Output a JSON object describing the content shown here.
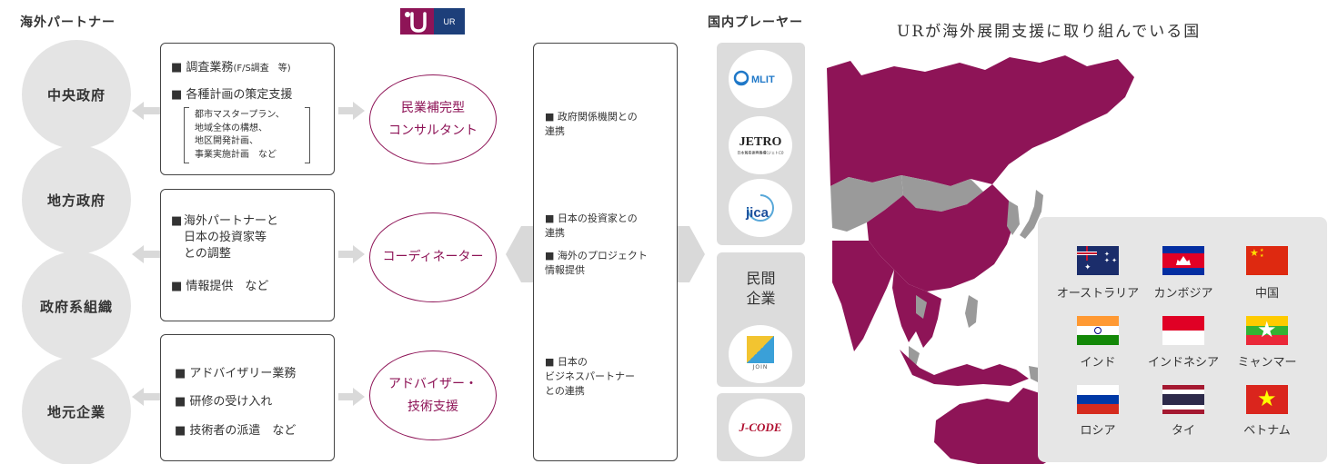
{
  "left": {
    "title": "海外パートナー",
    "partners": [
      "中央政府",
      "地方政府",
      "政府系組織",
      "地元企業"
    ]
  },
  "ur_logo": {
    "text": "UR"
  },
  "boxes": {
    "b1": {
      "line1": "調査業務",
      "line1_note": "(F/S調査　等)",
      "line2": "各種計画の策定支援",
      "sub": "都市マスタープラン、\n地域全体の構想、\n地区開発計画、\n事業実施計画　など"
    },
    "b2": {
      "item1": "海外パートナーと\n日本の投資家等\nとの調整",
      "item2": "情報提供　など"
    },
    "b3": {
      "item1": "アドバイザリー業務",
      "item2": "研修の受け入れ",
      "item3": "技術者の派遣　など"
    }
  },
  "roles": [
    "民業補完型\nコンサルタント",
    "コーディネーター",
    "アドバイザー・\n技術支援"
  ],
  "middle": {
    "items": [
      "政府関係機関との\n連携",
      "日本の投資家との\n連携",
      "海外のプロジェクト\n情報提供",
      "日本の\nビジネスパートナー\nとの連携"
    ]
  },
  "domestic": {
    "title": "国内プレーヤー",
    "private_label": "民間\n企業",
    "logos": {
      "mlit": "MLIT",
      "jetro": "JETRO",
      "jetro_sub": "日本貿易振興機構(ジェトロ)",
      "jica": "jica",
      "join": "JOIN",
      "jcode": "J-CODE"
    }
  },
  "map": {
    "title": "URが海外展開支援に取り組んでいる国"
  },
  "countries": [
    "オーストラリア",
    "カンボジア",
    "中国",
    "インド",
    "インドネシア",
    "ミャンマー",
    "ロシア",
    "タイ",
    "ベトナム"
  ],
  "colors": {
    "accent": "#8e1457",
    "map_fill": "#8e1457",
    "map_other": "#9a9a9a",
    "panel_gray": "#dcdcdc"
  }
}
